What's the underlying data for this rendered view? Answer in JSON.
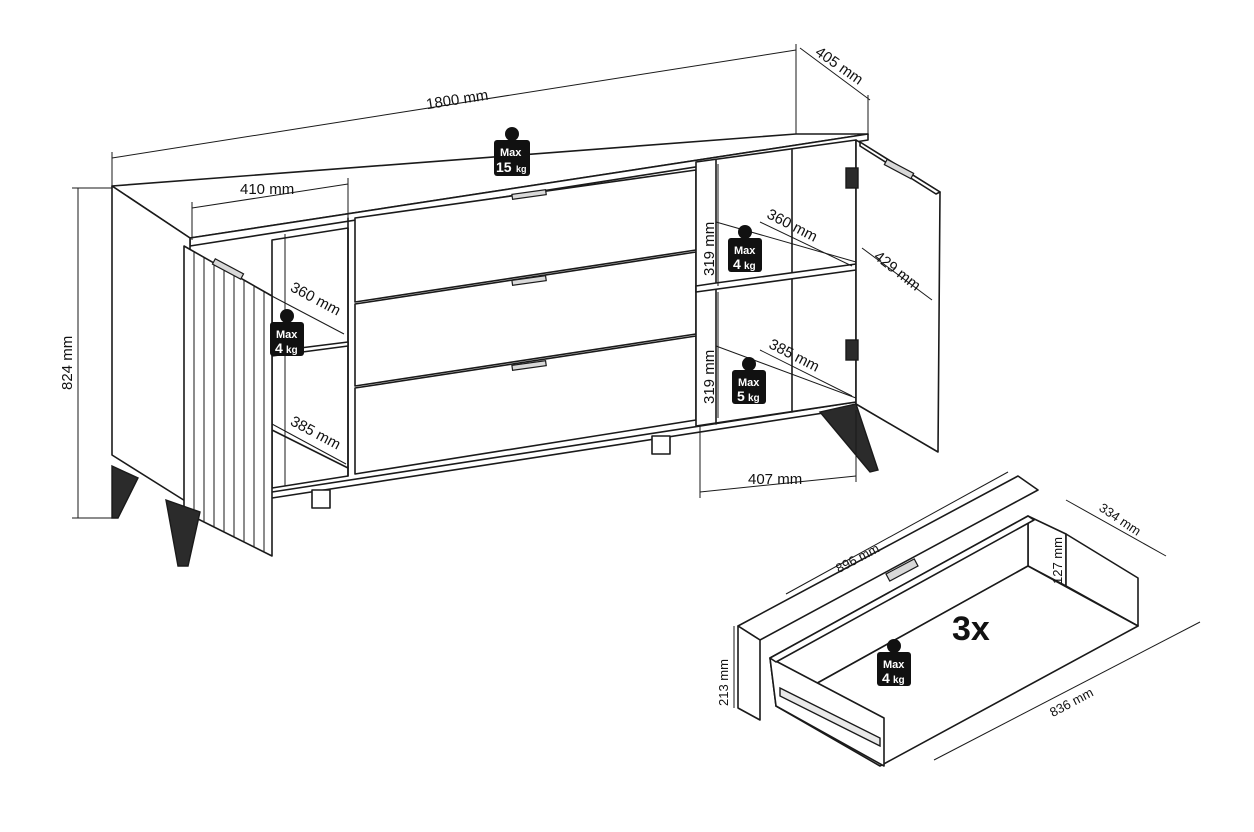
{
  "dimensions": {
    "width_total": "1800 mm",
    "depth_total": "405 mm",
    "height_total": "824 mm",
    "left_cabinet_width": "410 mm",
    "left_shelf_depth": "360 mm",
    "left_bottom_depth": "385 mm",
    "right_upper_height": "319 mm",
    "right_lower_height": "319 mm",
    "right_shelf_depth": "360 mm",
    "right_bottom_depth": "385 mm",
    "right_door_width": "429 mm",
    "right_cabinet_width": "407 mm"
  },
  "drawer": {
    "length_outer": "896 mm",
    "depth": "334 mm",
    "front_height": "213 mm",
    "inner_height": "127 mm",
    "inner_length": "836 mm",
    "quantity": "3x"
  },
  "weights": {
    "top": {
      "label": "Max",
      "value": "15",
      "unit": "kg"
    },
    "left_shelf": {
      "label": "Max",
      "value": "4",
      "unit": "kg"
    },
    "right_shelf": {
      "label": "Max",
      "value": "4",
      "unit": "kg"
    },
    "right_bottom": {
      "label": "Max",
      "value": "5",
      "unit": "kg"
    },
    "drawer": {
      "label": "Max",
      "value": "4",
      "unit": "kg"
    }
  }
}
